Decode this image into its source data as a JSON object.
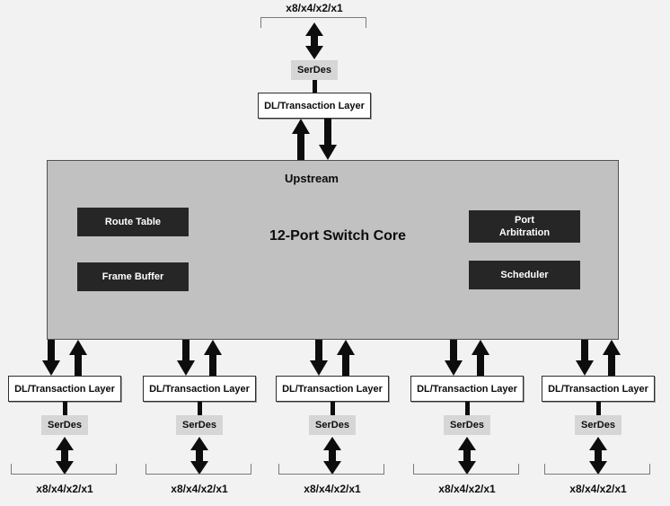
{
  "diagram": {
    "core": {
      "title": "12-Port Switch Core",
      "upstream_label": "Upstream",
      "blocks": {
        "route_table": "Route Table",
        "frame_buffer": "Frame Buffer",
        "port_arbitration": "Port\nArbitration",
        "scheduler": "Scheduler"
      }
    },
    "upstream_port": {
      "link_label": "x8/x4/x2/x1",
      "serdes_label": "SerDes",
      "dl_label": "DL/Transaction Layer"
    },
    "downstream_ports": [
      {
        "dl_label": "DL/Transaction Layer",
        "serdes_label": "SerDes",
        "link_label": "x8/x4/x2/x1"
      },
      {
        "dl_label": "DL/Transaction Layer",
        "serdes_label": "SerDes",
        "link_label": "x8/x4/x2/x1"
      },
      {
        "dl_label": "DL/Transaction Layer",
        "serdes_label": "SerDes",
        "link_label": "x8/x4/x2/x1"
      },
      {
        "dl_label": "DL/Transaction Layer",
        "serdes_label": "SerDes",
        "link_label": "x8/x4/x2/x1"
      },
      {
        "dl_label": "DL/Transaction Layer",
        "serdes_label": "SerDes",
        "link_label": "x8/x4/x2/x1"
      }
    ],
    "colors": {
      "background": "#F1F2F1",
      "core_fill": "#C1C1C1",
      "block_fill": "#262626",
      "serdes_fill": "#D6D6D6",
      "arrow": "#0D0D0D"
    }
  }
}
